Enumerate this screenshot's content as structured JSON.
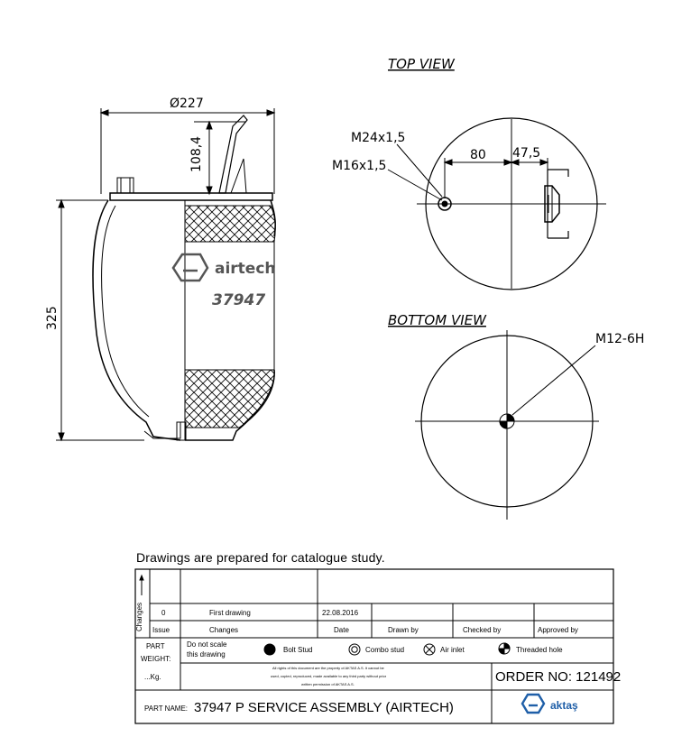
{
  "views": {
    "top_title": "TOP VIEW",
    "bottom_title": "BOTTOM VIEW"
  },
  "side_view": {
    "dim_diameter": "Ø227",
    "dim_height_top": "108,4",
    "dim_height": "325",
    "brand": "airtech",
    "part_code": "37947"
  },
  "top_view": {
    "thread_main": "M24x1,5",
    "thread_secondary": "M16x1,5",
    "dim_offset_a": "80",
    "dim_offset_b": "47,5"
  },
  "bottom_view": {
    "thread": "M12-6H"
  },
  "note": "Drawings are  prepared for  catalogue study.",
  "title_block": {
    "changes_side": "Changes",
    "issue_value": "0",
    "description_value": "First drawing",
    "date_value": "22.08.2016",
    "col_issue": "Issue",
    "col_changes": "Changes",
    "col_date": "Date",
    "col_drawn": "Drawn by",
    "col_checked": "Checked by",
    "col_approved": "Approved by",
    "part_weight": "PART\nWEIGHT:",
    "part_label": "PART",
    "weight_label": "WEIGHT:",
    "kg": "...Kg.",
    "do_not_scale_1": "Do not scale",
    "do_not_scale_2": "this drawing",
    "legend_bolt": "Bolt Stud",
    "legend_combo": "Combo stud",
    "legend_air": "Air inlet",
    "legend_thread": "Threaded hole",
    "legal_1": "All rights of this document are the property of AKTAS A.S. It cannot be",
    "legal_2": "used, copied, reproduced, made available to any third party without prior",
    "legal_3": "written permission of AKTAS A.S.",
    "order_no": "ORDER NO: 121492",
    "part_name_label": "PART NAME:",
    "part_name_value": "37947 P SERVICE ASSEMBLY (AIRTECH)",
    "company": "aktaş"
  }
}
